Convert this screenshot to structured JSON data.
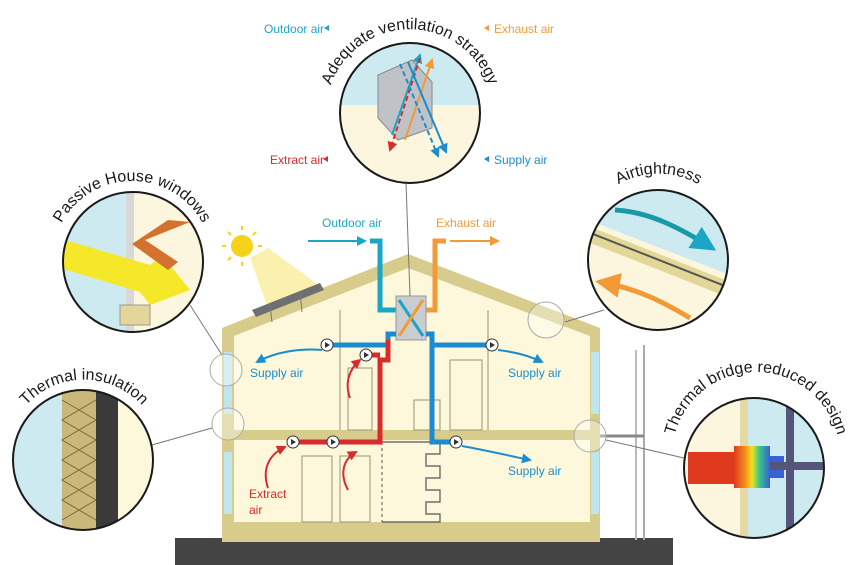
{
  "colors": {
    "outdoor": "#1ba6c6",
    "exhaust": "#f29a38",
    "extract": "#d92b2b",
    "supply": "#1a8ccf",
    "wall": "#d8cc8c",
    "interior": "#fdf8dc",
    "ground": "#444444"
  },
  "labels": {
    "ventilation_title": "Adequate ventilation strategy",
    "windows_title": "Passive House windows",
    "airtightness_title": "Airtightness",
    "insulation_title": "Thermal insulation",
    "thermal_bridge_title": "Thermal bridge reduced design",
    "outdoor_air": "Outdoor air",
    "exhaust_air": "Exhaust air",
    "extract_air": "Extract air",
    "supply_air": "Supply air",
    "extract_line1": "Extract",
    "extract_line2": "air"
  },
  "icons": [
    "sun-icon",
    "solar-panel-icon",
    "heat-exchanger-icon",
    "fan-icon",
    "staircase-icon"
  ]
}
